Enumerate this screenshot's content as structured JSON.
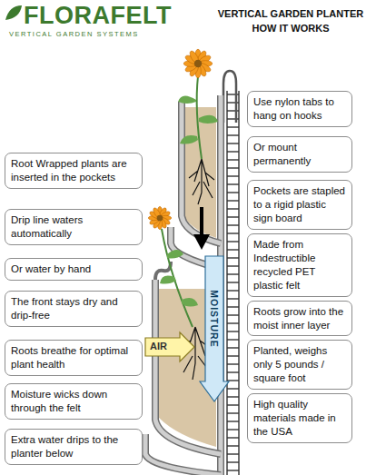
{
  "diagram": {
    "title": "VERTICAL GARDEN PLANTER HOW IT WORKS",
    "nodes": [
      {
        "text": [
          "Root Wrapped plants are inserted in the pockets"
        ]
      },
      {
        "text": [
          "Drip line waters automatically"
        ]
      },
      {
        "text": [
          "Or water by hand"
        ]
      },
      {
        "text": [
          "The front stays dry and drip-free"
        ]
      },
      {
        "text": [
          "Roots breathe for optimal plant health"
        ]
      },
      {
        "text": [
          "Moisture wicks down through the felt"
        ]
      },
      {
        "text": [
          "Extra water drips to the planter below"
        ]
      },
      {
        "text": [
          "Use nylon tabs to hang on hooks"
        ]
      },
      {
        "text": [
          "Or mount permanently"
        ]
      },
      {
        "text": [
          "Pockets are stapled to a rigid plastic sign board"
        ]
      },
      {
        "text": [
          "Made from Indestructible recycled PET plastic felt"
        ]
      },
      {
        "text": [
          "Roots grow into the moist inner layer"
        ]
      },
      {
        "text": [
          "Planted, weighs only 5 pounds / square foot"
        ]
      },
      {
        "text": [
          "High quality materials made in the USA"
        ]
      }
    ],
    "labels": [
      "FLORAFELT",
      "VERTICAL GARDEN SYSTEMS",
      "MOISTURE",
      "AIR"
    ]
  }
}
